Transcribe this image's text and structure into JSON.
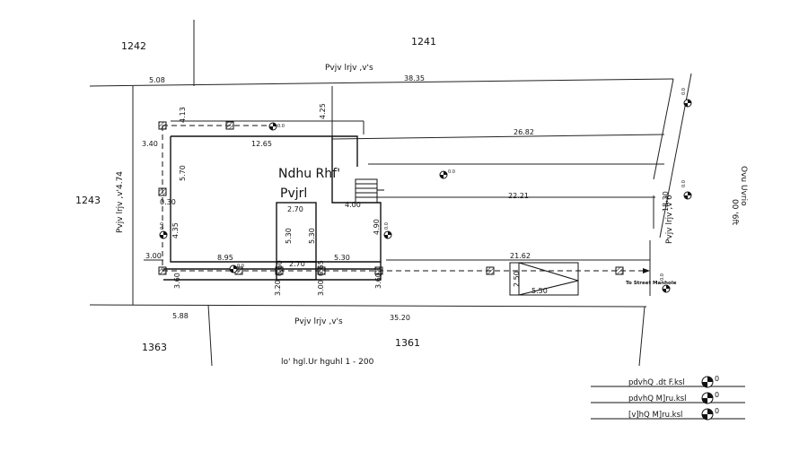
{
  "plots": {
    "north": "1241",
    "northwest": "1242",
    "west": "1243",
    "southwest": "1363",
    "south": "1361"
  },
  "roads": {
    "north_label": "Pvjv lrjv ,v's",
    "south_label": "Pvjv lrjv ,v's",
    "west_label": "Pvjv lrjv ,v'4.74",
    "east_label": "Pvjv lrjv ,v'6",
    "east_side": "Ovu Uvrio",
    "east_value": "00 '6ft"
  },
  "building": {
    "line1": "Ndhu Rhf'",
    "line2": "Pvjrl"
  },
  "dims": {
    "top_5_08": "5.08",
    "top_38_35": "38.35",
    "d_4_13": "4.13",
    "d_4_25": "4.25",
    "d_12_65": "12.65",
    "d_26_82": "26.82",
    "d_3_40": "3.40",
    "d_5_70": "5.70",
    "d_0_30": "0.30",
    "d_22_21": "22.21",
    "d_4_00": "4.00",
    "d_18_30": "18.30",
    "d_2_70a": "2.70",
    "d_5_30a": "5.30",
    "d_5_30b": "5.30",
    "d_4_35": "4.35",
    "d_4_90": "4.90",
    "d_8_95": "8.95",
    "d_5_30c": "5.30",
    "d_21_62": "21.62",
    "d_3_00a": "3.00",
    "d_2_70b": "2.70",
    "d_0_60": "0.60",
    "d_0_65": "0.65",
    "d_3_60a": "3.60",
    "d_3_20": "3.20",
    "d_3_00b": "3.00",
    "d_3_60b": "3.60",
    "d_2_50": "2.50",
    "d_5_50": "5.50",
    "bot_5_88": "5.88",
    "bot_35_20": "35.20"
  },
  "small_labels": {
    "zero": "0.0",
    "street": "To Street Manhole"
  },
  "scale_note": "lo' hgl.Ur hguhl 1 - 200",
  "legend": [
    {
      "label": "pdvhQ .dt F.ksl",
      "mark": "0"
    },
    {
      "label": "pdvhQ M]ru.ksl",
      "mark": "0"
    },
    {
      "label": "[v]hQ M]ru.ksl",
      "mark": "0"
    }
  ]
}
